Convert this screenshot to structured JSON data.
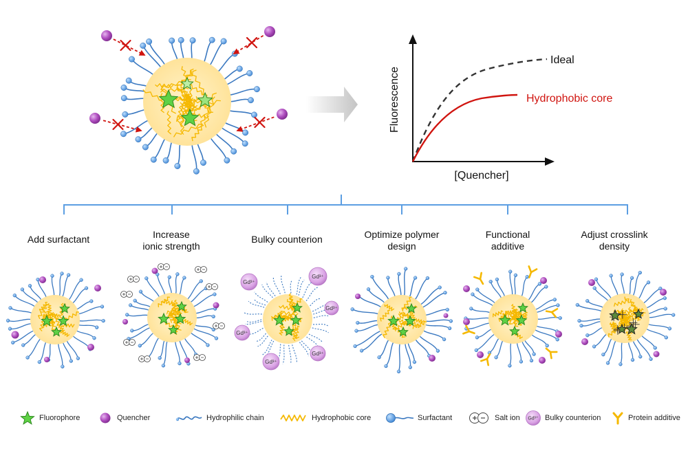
{
  "plot": {
    "x_label": "[Quencher]",
    "y_label": "Fluorescence",
    "curve_ideal_label": "Ideal",
    "curve_core_label": "Hydrophobic core",
    "colors": {
      "ideal": "#333333",
      "core": "#d0140f"
    }
  },
  "strategies": [
    {
      "label": "Add surfactant"
    },
    {
      "label": "Increase\nionic strength"
    },
    {
      "label": "Bulky counterion"
    },
    {
      "label": "Optimize polymer\ndesign"
    },
    {
      "label": "Functional\nadditive"
    },
    {
      "label": "Adjust crosslink\ndensity"
    }
  ],
  "counterion_symbol": "Gd³⁺",
  "legend": [
    {
      "label": "Fluorophore",
      "icon": "star-icon"
    },
    {
      "label": "Quencher",
      "icon": "sphere-icon"
    },
    {
      "label": "Hydrophilic chain",
      "icon": "chain-icon"
    },
    {
      "label": "Hydrophobic core",
      "icon": "zigzag-icon"
    },
    {
      "label": "Surfactant",
      "icon": "surfactant-icon"
    },
    {
      "label": "Salt ion",
      "icon": "salt-ion-icon"
    },
    {
      "label": "Bulky counterion",
      "icon": "counterion-icon"
    },
    {
      "label": "Protein additive",
      "icon": "protein-y-icon"
    }
  ],
  "colors": {
    "chain": "#3a78c0",
    "bead": "#5b9ee2",
    "core": "#f5b800",
    "core_fill": "#ffe8a0",
    "star": "#5ed145",
    "quencher": "#b04fc0",
    "counterion": "#d9a2e4",
    "block": "#d0140f",
    "bracket": "#5b9ee2",
    "arrow": "#cfcfcf"
  }
}
